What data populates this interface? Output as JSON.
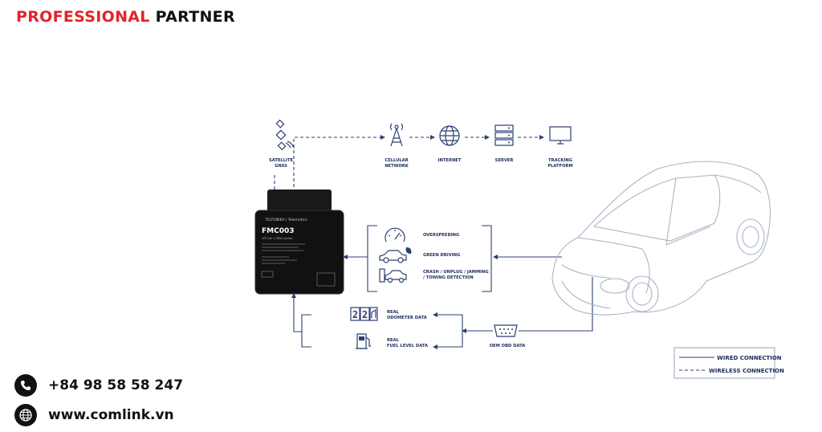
{
  "brand": {
    "part1": "PROFESSIONAL",
    "part2": "PARTNER"
  },
  "contact": {
    "phone": "+84 98 58 58 247",
    "website": "www.comlink.vn"
  },
  "diagram": {
    "top_row": [
      {
        "line1": "SATELLITE",
        "line2": "GNSS"
      },
      {
        "line1": "CELLULAR",
        "line2": "NETWORK"
      },
      {
        "line1": "INTERNET",
        "line2": ""
      },
      {
        "line1": "SERVER",
        "line2": ""
      },
      {
        "line1": "TRACKING",
        "line2": "PLATFORM"
      }
    ],
    "features": [
      {
        "line1": "OVERSPEEDING",
        "line2": ""
      },
      {
        "line1": "GREEN DRIVING",
        "line2": ""
      },
      {
        "line1": "CRASH / UNPLUG / JAMMING",
        "line2": "/ TOWING DETECTION"
      }
    ],
    "data_items": [
      {
        "line1": "REAL",
        "line2": "ODOMETER DATA"
      },
      {
        "line1": "REAL",
        "line2": "FUEL LEVEL DATA"
      }
    ],
    "odometer_digits": "22",
    "obd_label": "OEM OBD DATA",
    "device": {
      "brand": "TELTONIKA | Telematics",
      "model": "FMC003",
      "subtitle": "LTE Cat 1 OBD tracker"
    },
    "legend": {
      "wired": "WIRED CONNECTION",
      "wireless": "WIRELESS CONNECTION"
    }
  }
}
